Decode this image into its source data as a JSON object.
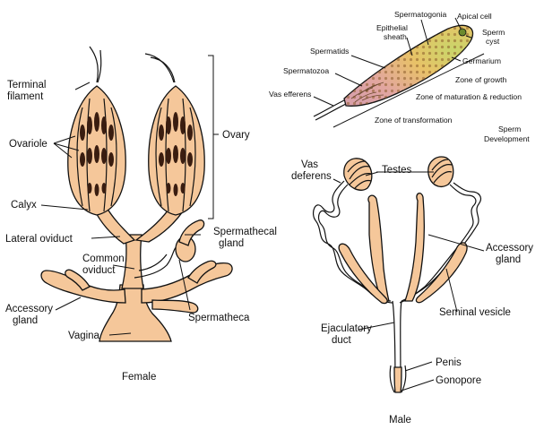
{
  "colors": {
    "tissue": "#f5c79a",
    "tissue_dark": "#e9a972",
    "ovariole_band": "#3a1d10",
    "cyst_green": "#c9d66a",
    "cyst_yellow": "#e8c267",
    "cyst_pink": "#e2a6a0",
    "line": "#111111"
  },
  "female": {
    "caption": "Female",
    "labels": {
      "terminal_filament_1": "Terminal",
      "terminal_filament_2": "filament",
      "ovary": "Ovary",
      "ovariole": "Ovariole",
      "calyx": "Calyx",
      "lateral_oviduct": "Lateral oviduct",
      "spermathecal_gland_1": "Spermathecal",
      "spermathecal_gland_2": "gland",
      "common_oviduct_1": "Common",
      "common_oviduct_2": "oviduct",
      "accessory_gland_1": "Accessory",
      "accessory_gland_2": "gland",
      "spermatheca": "Spermatheca",
      "vagina": "Vagina"
    }
  },
  "male": {
    "caption": "Male",
    "labels": {
      "vas_deferens_1": "Vas",
      "vas_deferens_2": "deferens",
      "testes": "Testes",
      "accessory_gland_1": "Accessory",
      "accessory_gland_2": "gland",
      "seminal_vesicle": "Seminal vesicle",
      "ejaculatory_duct_1": "Ejaculatory",
      "ejaculatory_duct_2": "duct",
      "penis": "Penis",
      "gonopore": "Gonopore"
    }
  },
  "sperm": {
    "caption_1": "Sperm",
    "caption_2": "Development",
    "labels": {
      "spermatogonia": "Spermatogonia",
      "apical_cell": "Apical cell",
      "epithelial_sheath_1": "Epithelial",
      "epithelial_sheath_2": "sheath",
      "sperm_cyst_1": "Sperm",
      "sperm_cyst_2": "cyst",
      "spermatids": "Spermatids",
      "germarium": "Germarium",
      "spermatozoa": "Spermatozoa",
      "zone_of_growth": "Zone of growth",
      "vas_efferens": "Vas efferens",
      "zone_of_maturation": "Zone of maturation & reduction",
      "zone_of_transformation": "Zone of transformation"
    }
  }
}
